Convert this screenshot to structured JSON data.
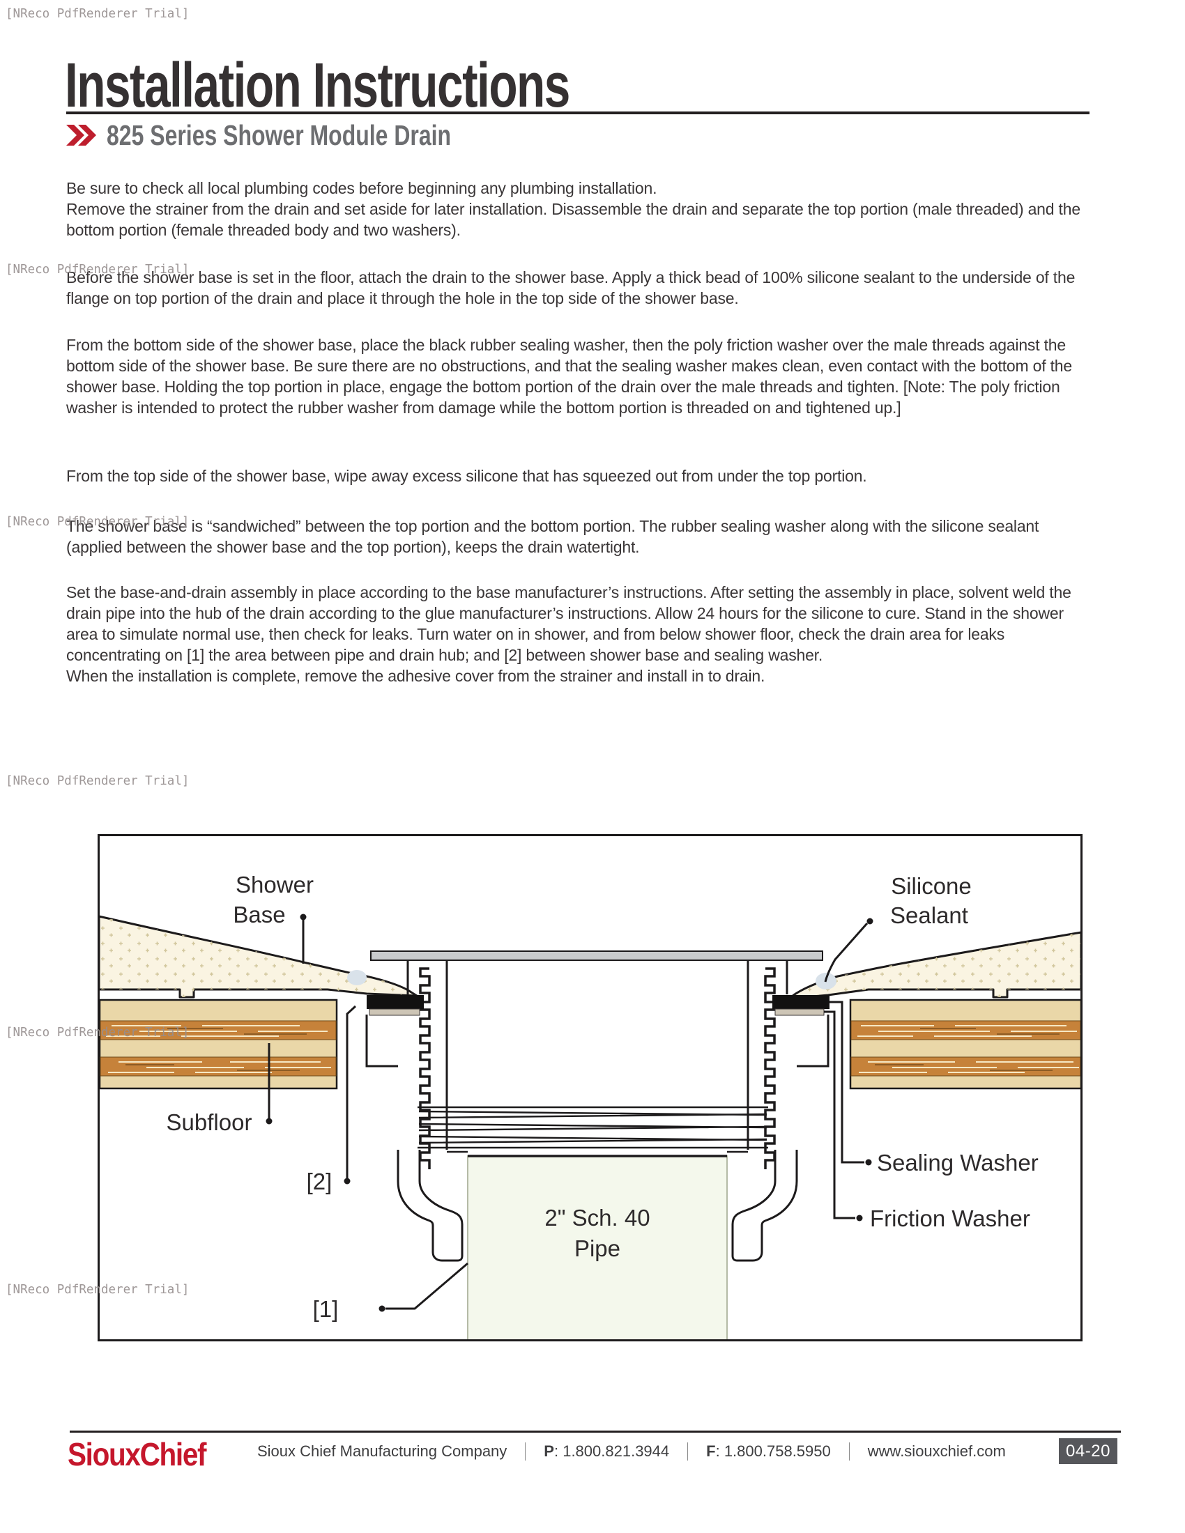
{
  "watermark": {
    "text": "[NReco PdfRenderer Trial]"
  },
  "header": {
    "title": "Installation Instructions",
    "subtitle": "825 Series Shower Module Drain",
    "accent_red": "#BE1E2D",
    "subtitle_gray": "#6D6E71"
  },
  "body_paragraphs": [
    "Be sure to check all local plumbing codes before beginning any plumbing installation.\nRemove the strainer from the drain and set aside for later installation. Disassemble the drain and separate the top portion (male threaded) and the bottom portion (female threaded body and two washers).",
    "Before the shower base is set in the floor, attach the drain to the shower base. Apply a thick bead of 100% silicone sealant to the underside of the flange on top portion of the drain and place it through the hole in the top side of the shower base.",
    "From the bottom side of the shower base, place the black rubber sealing washer, then the poly friction washer over the male threads against the bottom side of the shower base. Be sure there are no obstructions, and that the sealing washer makes clean, even contact with the bottom of the shower base. Holding the top portion in place, engage the bottom portion of the drain over the male threads and tighten. [Note: The poly friction washer is intended to protect the rubber washer from damage while the bottom portion is threaded on and tightened up.]",
    "From the top side of the shower base, wipe away excess silicone that has squeezed out from under the top portion.",
    "The shower base is “sandwiched” between the top portion and the bottom portion. The rubber sealing washer along with the silicone sealant (applied between the shower base and the top portion), keeps the drain watertight.",
    "Set the base-and-drain assembly in place according to the base manufacturer’s instructions. After setting the assembly in place, solvent weld the drain pipe into the hub of the drain according to the glue manufacturer’s instructions. Allow 24 hours for the silicone to cure. Stand in the shower area to simulate normal use, then check for leaks. Turn water on in shower, and from below shower floor, check the drain area for leaks concentrating on [1] the area between pipe and drain hub; and [2] between shower base and sealing washer.\nWhen the installation is complete, remove the adhesive cover from the strainer and install in to drain."
  ],
  "diagram": {
    "labels": {
      "shower_base": [
        "Shower",
        "Base"
      ],
      "silicone_sealant": [
        "Silicone",
        "Sealant"
      ],
      "subfloor": "Subfloor",
      "ref2": "[2]",
      "sealing_washer": "Sealing Washer",
      "friction_washer": "Friction Washer",
      "pipe": [
        "2\" Sch. 40",
        "Pipe"
      ],
      "ref1": "[1]"
    },
    "colors": {
      "outline": "#1C1A1B",
      "shower_base_fill": "#FAF4E2",
      "speckle": "#D2C79D",
      "subfloor_light": "#EAD7A8",
      "subfloor_band": "#C6823A",
      "strainer_gray": "#C9CBCD",
      "pipe_fill": "#F4F8EC",
      "sealant_blue": "#D9E2EA",
      "sealing_washer_black": "#121111",
      "friction_washer_gray": "#CDC5B6"
    }
  },
  "footer": {
    "logo": "SiouxChief",
    "logo_red": "#C5172C",
    "company": "Sioux Chief Manufacturing Company",
    "phone_label": "P",
    "phone_value": ": 1.800.821.3944",
    "fax_label": "F",
    "fax_value": ": 1.800.758.5950",
    "website": "www.siouxchief.com",
    "page_code": "04-20",
    "badge_gray": "#56575B"
  }
}
